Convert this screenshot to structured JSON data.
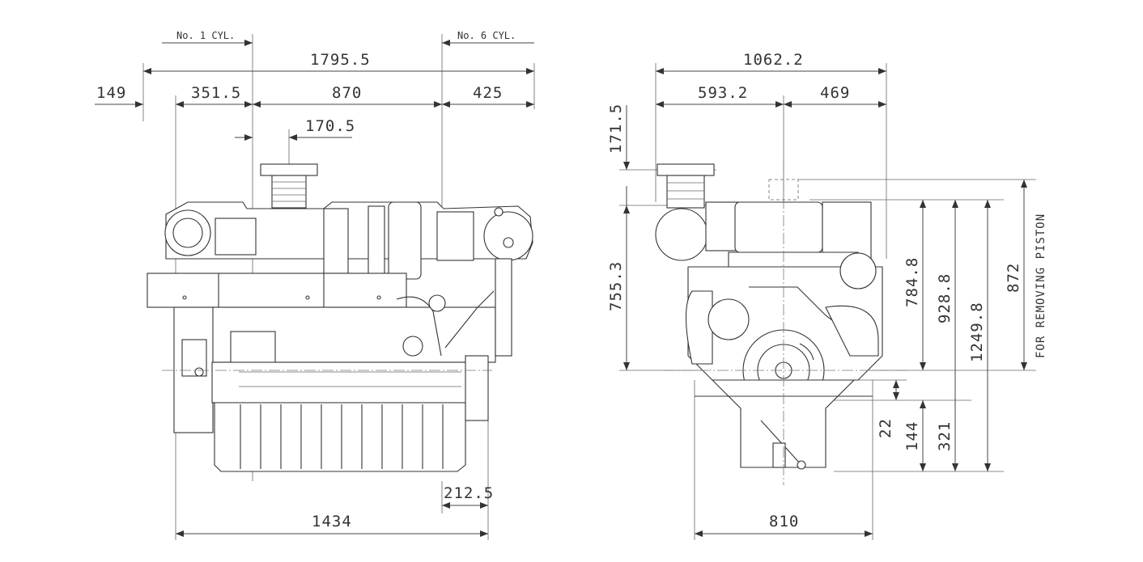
{
  "side_view": {
    "cyl_labels": {
      "no1": "No. 1  CYL.",
      "no6": "No. 6  CYL."
    },
    "dims": {
      "overall_length": "1795.5",
      "front_overhang": "149",
      "to_no1_cyl": "351.5",
      "cyl_span": "870",
      "rear": "425",
      "exhaust_offset": "170.5",
      "flywheel_offset": "212.5",
      "base_length": "1434"
    }
  },
  "front_view": {
    "dims": {
      "overall_width": "1062.2",
      "left_half": "593.2",
      "right_half": "469",
      "exhaust_top": "171.5",
      "exhaust_height": "755.3",
      "crank_to_top": "784.8",
      "total_height": "928.8",
      "height_with_rocker": "1249.8",
      "piston_removal": "872",
      "piston_removal_label": "FOR REMOVING PISTON",
      "mount_offset": "22",
      "mount_height": "144",
      "crank_to_bottom": "321",
      "base_width": "810"
    }
  }
}
